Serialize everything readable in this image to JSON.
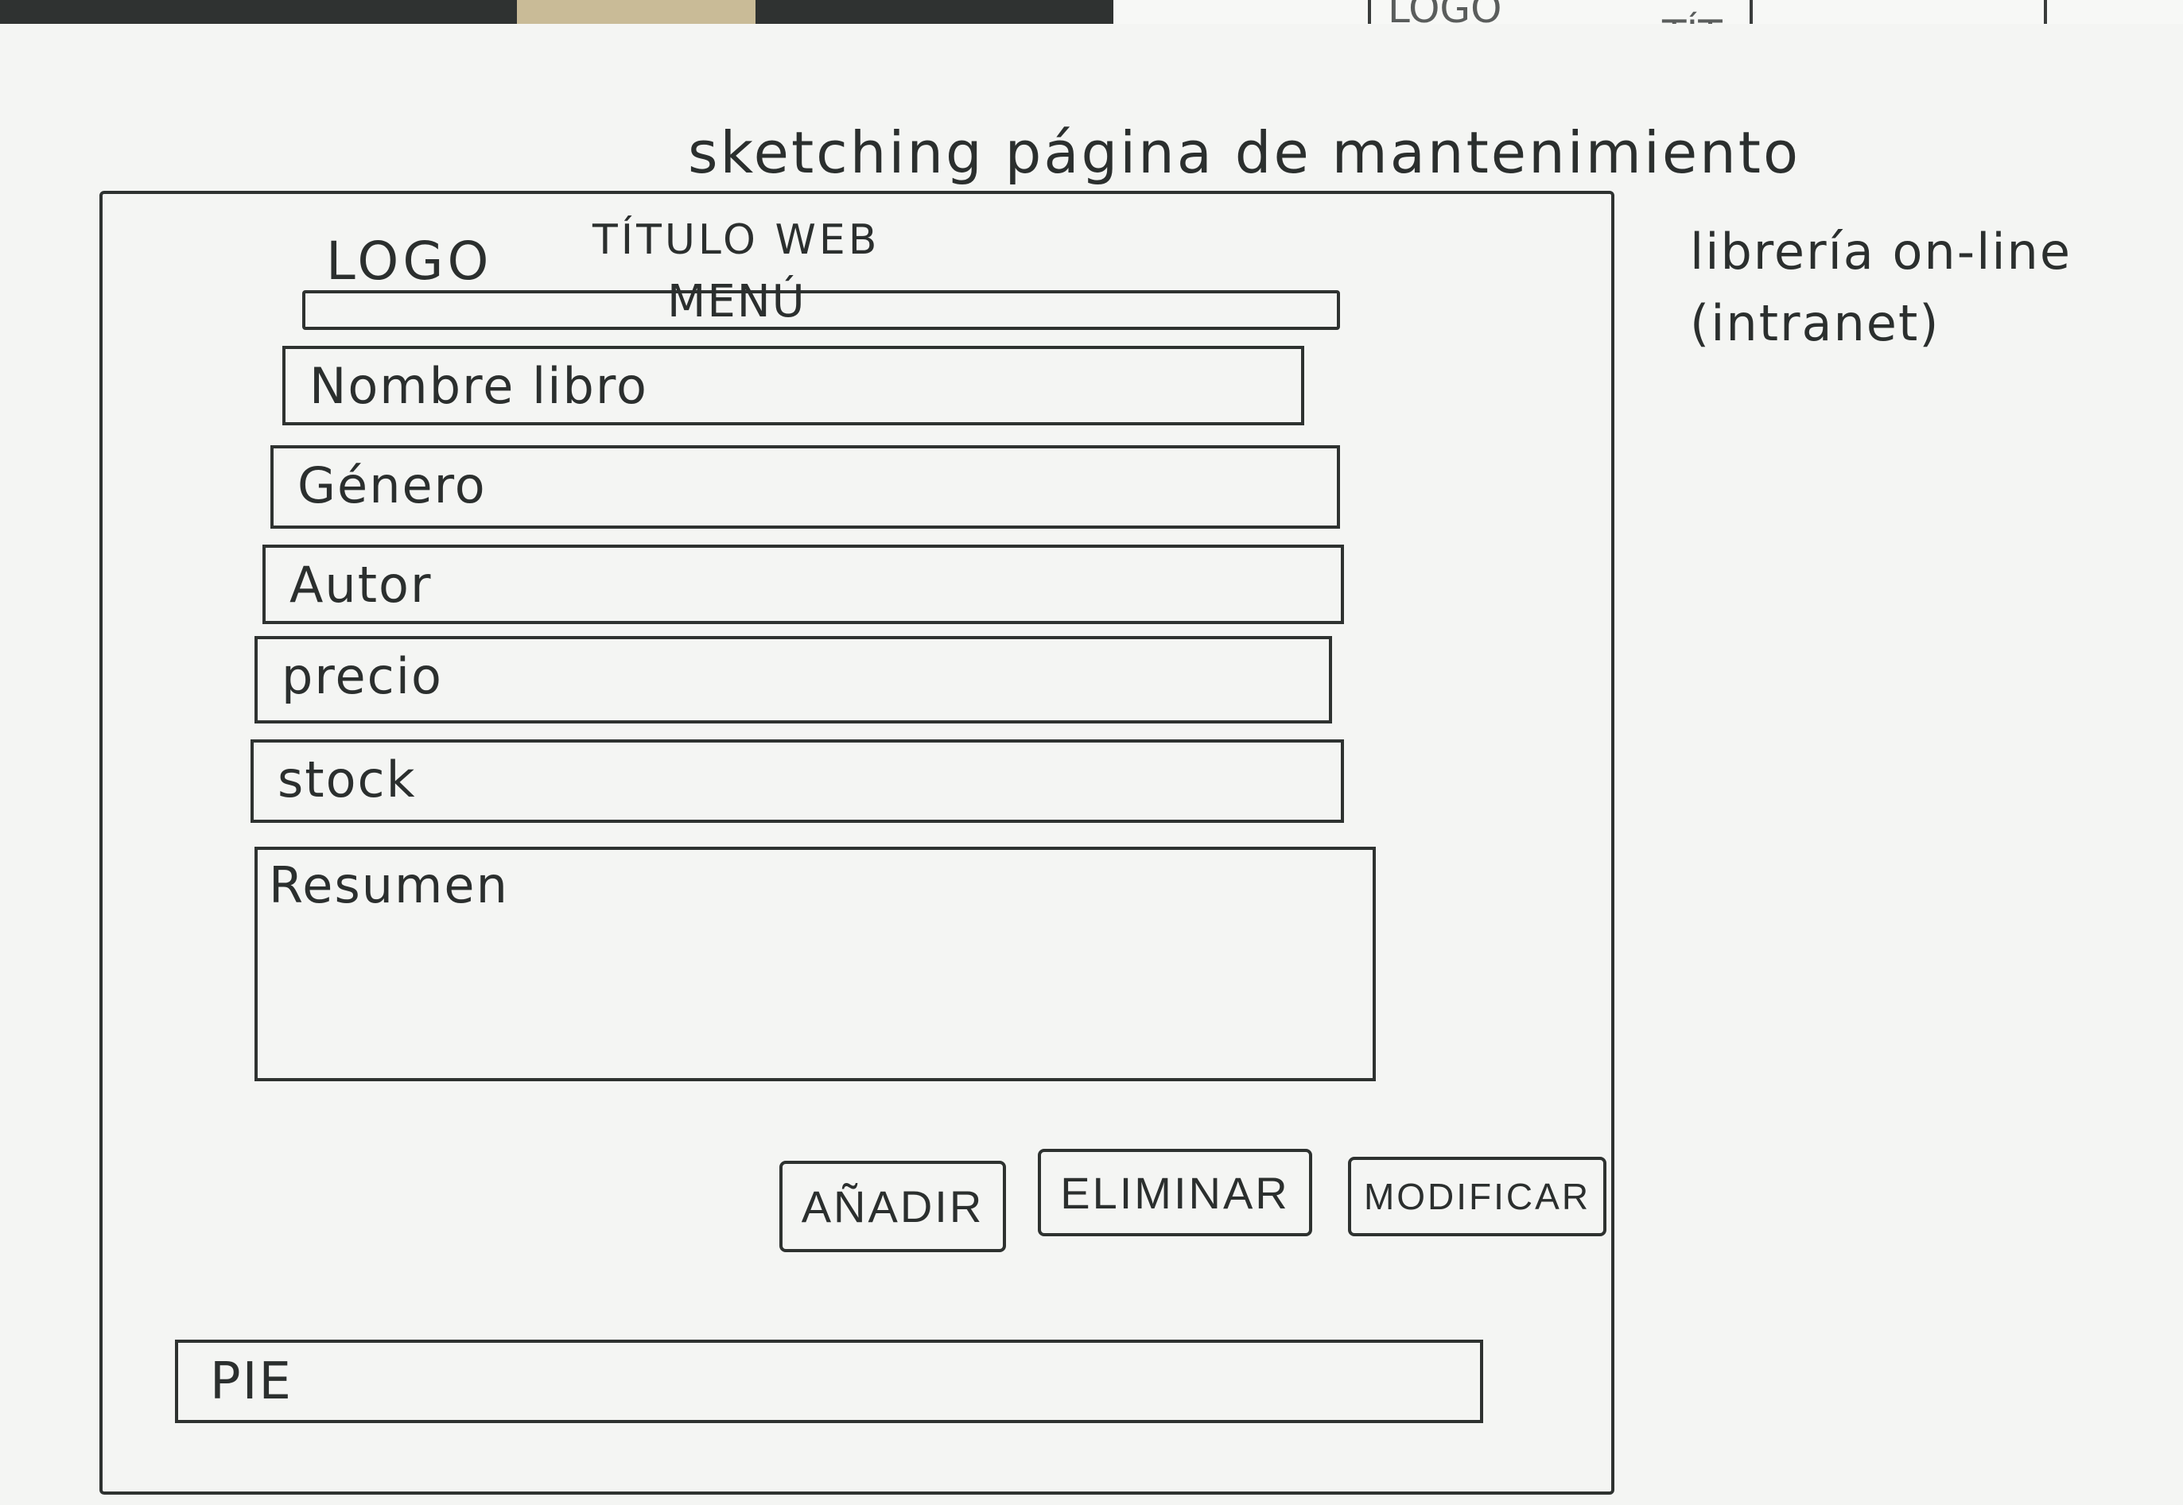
{
  "background_sheet": {
    "logo": "LOGO",
    "title": "TÍT"
  },
  "sketch": {
    "heading": "sketching página de mantenimiento",
    "side_note_line1": "librería on-line",
    "side_note_line2": "(intranet)"
  },
  "header": {
    "logo": "LOGO",
    "title": "TÍTULO WEB",
    "menu": "MENÚ"
  },
  "form": {
    "fields": [
      {
        "label": "Nombre libro"
      },
      {
        "label": "Género"
      },
      {
        "label": "Autor"
      },
      {
        "label": "precio"
      },
      {
        "label": "stock"
      }
    ],
    "summary_label": "Resumen"
  },
  "actions": {
    "add": "AÑADIR",
    "delete": "ELIMINAR",
    "modify": "MODIFICAR"
  },
  "footer": {
    "label": "PIE"
  }
}
